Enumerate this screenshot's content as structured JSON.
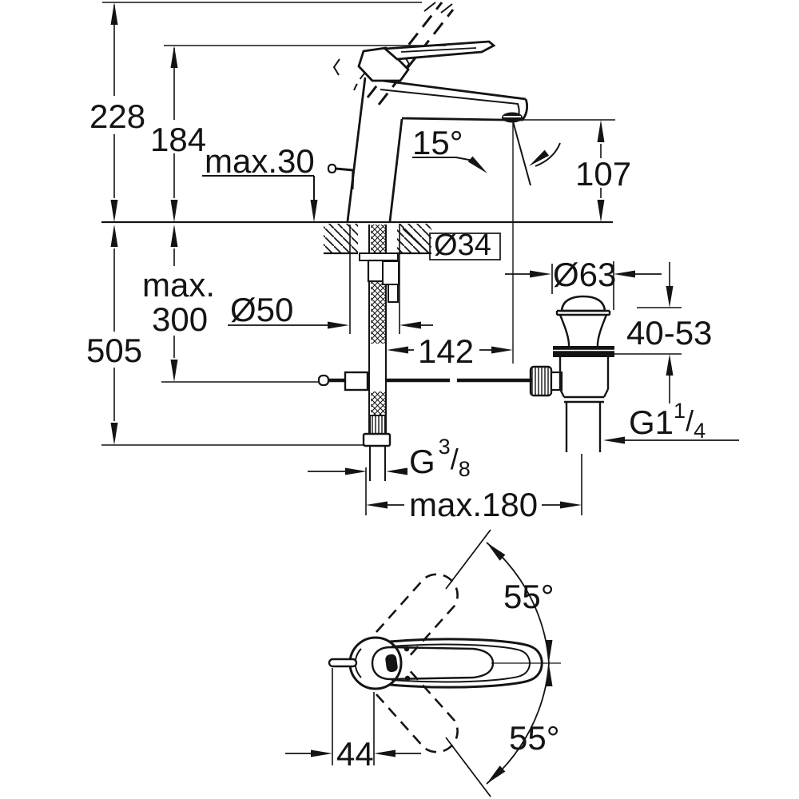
{
  "title": "Single-lever basin mixer installation dimension drawing",
  "ink_color": "#141414",
  "background_color": "#ffffff",
  "side_view": {
    "dim_overall_height": "228",
    "dim_body_height": "184",
    "dim_max_deck_thickness": "max.30",
    "dim_spout_angle": "15°",
    "dim_spout_height": "107",
    "dim_max_rod_line1": "max.",
    "dim_max_rod_line2": "300",
    "dim_total_depth": "505",
    "dim_hole_diameter": "Ø50",
    "dim_shank_diameter": "Ø34",
    "dim_spout_reach": "142"
  },
  "drain_detail": {
    "dim_flange_diameter": "Ø63",
    "dim_height_range": "40-53",
    "thread": {
      "base": "G1",
      "numerator": "1",
      "slash": "/",
      "denominator": "4"
    }
  },
  "supply": {
    "thread": {
      "base": "G",
      "numerator": "3",
      "slash": "/",
      "denominator": "8"
    },
    "dim_max_spacing": "max.180"
  },
  "top_view": {
    "dim_swivel_upper": "55°",
    "dim_swivel_lower": "55°",
    "dim_rod_offset": "44"
  }
}
